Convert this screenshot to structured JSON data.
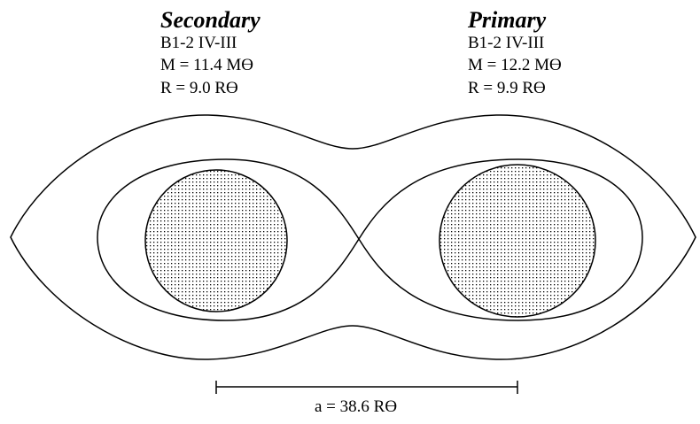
{
  "diagram": {
    "secondary": {
      "title": "Secondary",
      "spectral_type": "B1-2 IV-III",
      "mass": "M = 11.4 Mϴ",
      "radius": "R = 9.0 Rϴ"
    },
    "primary": {
      "title": "Primary",
      "spectral_type": "B1-2 IV-III",
      "mass": "M = 12.2 Mϴ",
      "radius": "R = 9.9 Rϴ"
    },
    "separation_label": "a = 38.6 Rϴ",
    "colors": {
      "ink": "#000000",
      "background": "#ffffff"
    }
  }
}
